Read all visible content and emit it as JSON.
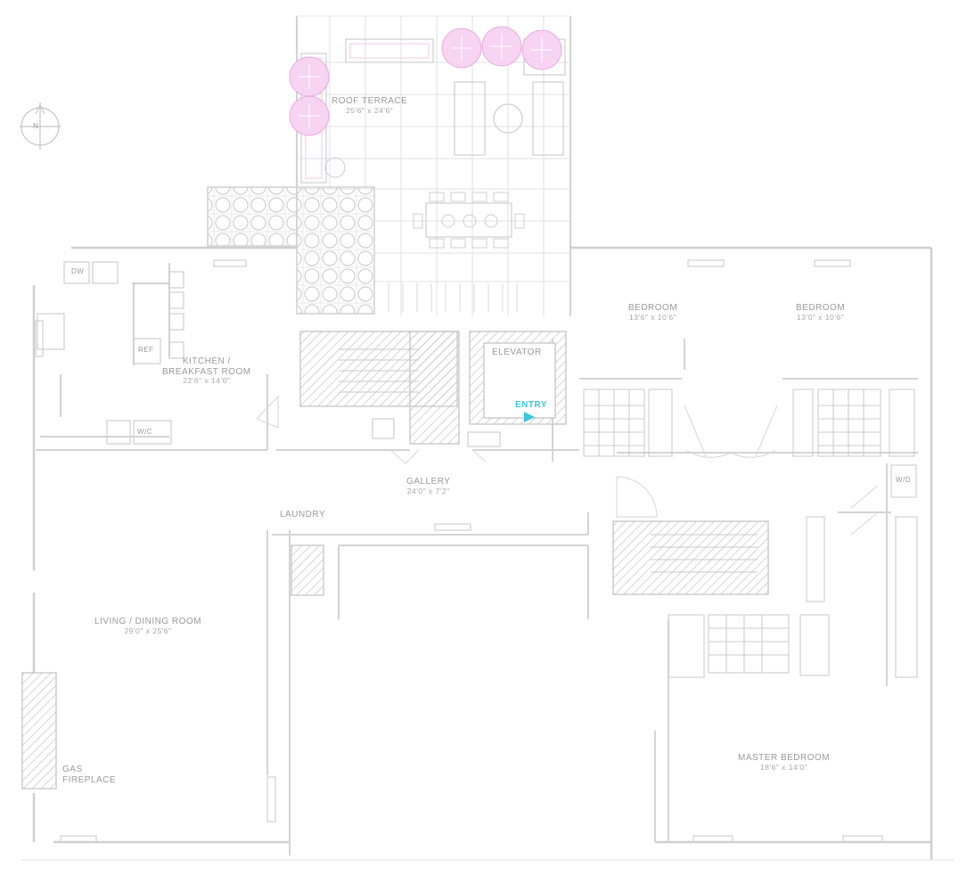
{
  "colors": {
    "wall": "#d2d2d2",
    "hatch": "#c2c2c2",
    "text": "#9a9a9a",
    "tree": "#f3c8ee",
    "tree_stroke": "#e6a8df",
    "entry": "#39c7dc"
  },
  "rooms": {
    "terrace": {
      "name": "ROOF TERRACE",
      "dims": "25'6\" x 24'6\""
    },
    "kitchen": {
      "name": "KITCHEN /",
      "name2": "BREAKFAST ROOM",
      "dims": "22'6\" x 14'0\""
    },
    "elevator": {
      "name": "ELEVATOR"
    },
    "entry": {
      "label": "ENTRY"
    },
    "gallery": {
      "name": "GALLERY",
      "dims": "24'0\" x 7'2\""
    },
    "bedroom_left": {
      "name": "BEDROOM",
      "dims": "13'6\" x 10'6\""
    },
    "bedroom_right": {
      "name": "BEDROOM",
      "dims": "13'0\" x 10'6\""
    },
    "laundry": {
      "name": "LAUNDRY"
    },
    "living": {
      "name": "LIVING / DINING ROOM",
      "dims": "29'0\" x 25'6\""
    },
    "master": {
      "name": "MASTER BEDROOM",
      "dims": "18'6\" x 14'0\""
    },
    "fireplace": {
      "name": "GAS",
      "name2": "FIREPLACE"
    }
  },
  "appliances": {
    "dw": "DW",
    "ref": "REF",
    "wd": "W/D",
    "wc": "W/C"
  },
  "compass": {
    "label": "N"
  }
}
